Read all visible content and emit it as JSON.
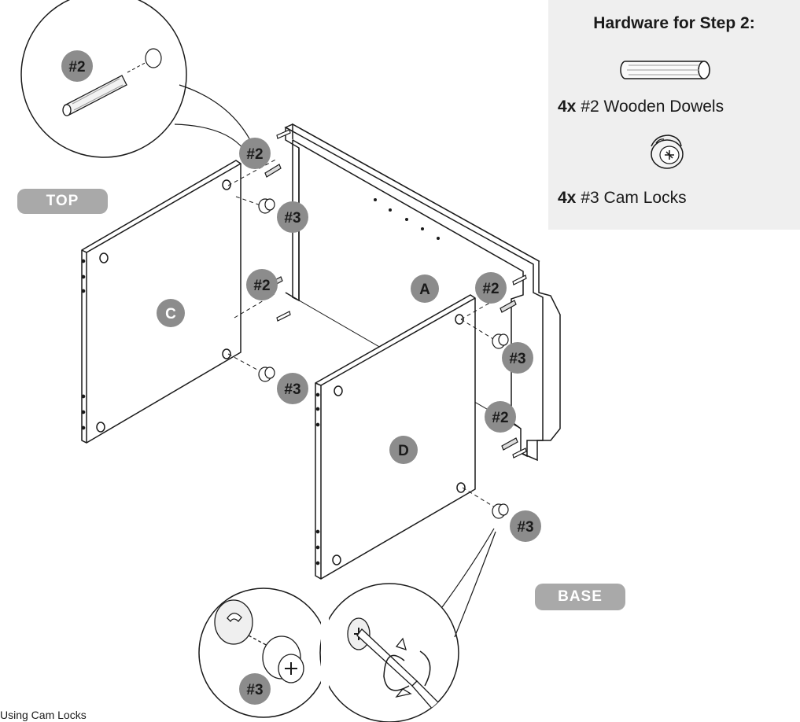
{
  "hardware": {
    "title": "Hardware for Step 2:",
    "items": [
      {
        "qty": "4x",
        "label": "#2 Wooden Dowels",
        "icon": "wooden-dowel-icon"
      },
      {
        "qty": "4x",
        "label": "#3 Cam Locks",
        "icon": "cam-lock-icon"
      }
    ]
  },
  "orientation": {
    "top": "TOP",
    "base": "BASE"
  },
  "panels": {
    "a": "A",
    "c": "C",
    "d": "D"
  },
  "callouts": {
    "dowel": "#2",
    "cam_lock": "#3"
  },
  "caption": "Using Cam Locks",
  "colors": {
    "badge_fill": "#8c8c8c",
    "pill_fill": "#a9a9a9",
    "hardware_box_bg": "#efefef",
    "line": "#1a1a1a"
  }
}
